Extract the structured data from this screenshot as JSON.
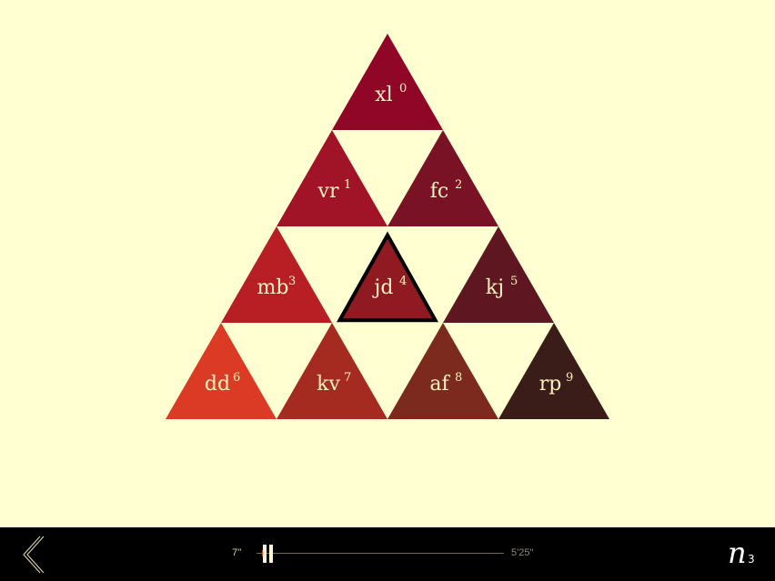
{
  "board": {
    "background": "#ffffd2",
    "tiles": [
      {
        "name": "xl",
        "index": "0",
        "color": "#8f0626",
        "row": 0,
        "col": 0,
        "selected": false
      },
      {
        "name": "vr",
        "index": "1",
        "color": "#a11427",
        "row": 1,
        "col": 0,
        "selected": false
      },
      {
        "name": "fc",
        "index": "2",
        "color": "#7a1226",
        "row": 1,
        "col": 1,
        "selected": false
      },
      {
        "name": "mb",
        "index": "3",
        "color": "#b71f24",
        "row": 2,
        "col": 0,
        "selected": false
      },
      {
        "name": "jd",
        "index": "4",
        "color": "#8f1a22",
        "row": 2,
        "col": 1,
        "selected": true
      },
      {
        "name": "kj",
        "index": "5",
        "color": "#5e1720",
        "row": 2,
        "col": 2,
        "selected": false
      },
      {
        "name": "dd",
        "index": "6",
        "color": "#db3a24",
        "row": 3,
        "col": 0,
        "selected": false
      },
      {
        "name": "kv",
        "index": "7",
        "color": "#a52b21",
        "row": 3,
        "col": 1,
        "selected": false
      },
      {
        "name": "af",
        "index": "8",
        "color": "#7c2a1e",
        "row": 3,
        "col": 2,
        "selected": false
      },
      {
        "name": "rp",
        "index": "9",
        "color": "#3a1c18",
        "row": 3,
        "col": 3,
        "selected": false
      }
    ],
    "label_color": "#fdf3c0",
    "selection_outline_color": "#000000"
  },
  "player": {
    "back_icon": "chevron-left-icon",
    "elapsed": "7''",
    "total": "5'25''",
    "progress": 0.022,
    "state": "playing",
    "pause_icon": "pause-icon",
    "accent": "#d23a2a"
  },
  "logo": {
    "main": "n",
    "sub": "3"
  }
}
